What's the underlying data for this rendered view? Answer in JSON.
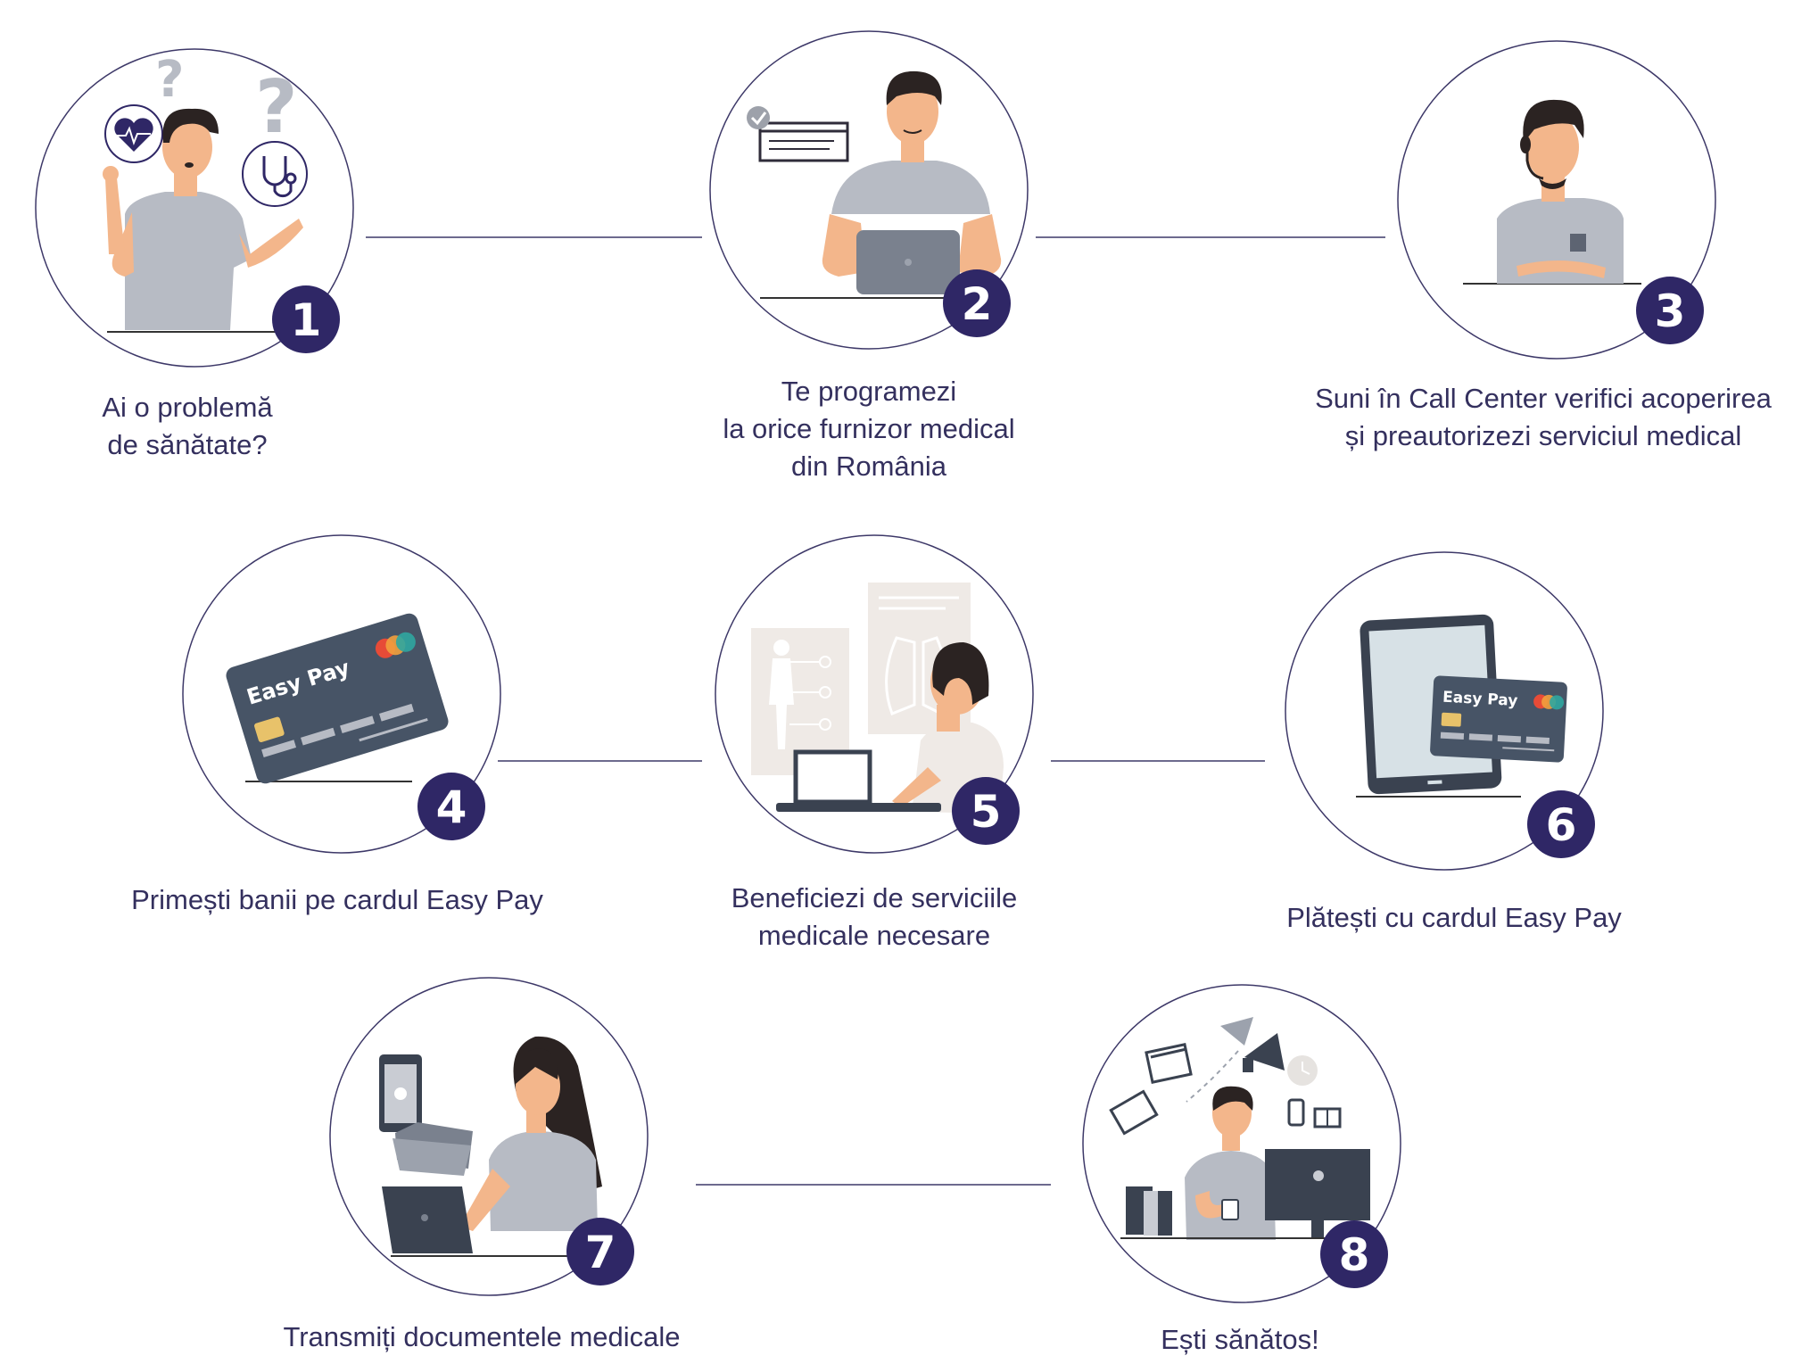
{
  "colors": {
    "accent": "#2f2766",
    "ring": "#3d3868",
    "caption": "#34305e",
    "skin": "#f3b68b",
    "shirt": "#b7bbc4",
    "hair": "#2b2322",
    "card": "#475466",
    "dark": "#3a4250"
  },
  "steps": [
    {
      "number": "1",
      "line1": "Ai o problemă",
      "line2": "de sănătate?",
      "icon": "person-with-questions-icon"
    },
    {
      "number": "2",
      "line1": "Te programezi",
      "line2": "la orice furnizor medical",
      "line3": "din România",
      "icon": "person-at-laptop-icon"
    },
    {
      "number": "3",
      "line1": "Suni în Call Center verifici acoperirea",
      "line2": "și preautorizezi serviciul medical",
      "icon": "call-center-agent-icon"
    },
    {
      "number": "4",
      "line1": "Primești banii pe cardul Easy Pay",
      "icon": "payment-card-icon"
    },
    {
      "number": "5",
      "line1": "Beneficiezi de serviciile",
      "line2": "medicale necesare",
      "icon": "medical-consultation-icon"
    },
    {
      "number": "6",
      "line1": "Plătești cu cardul Easy Pay",
      "icon": "tablet-and-card-icon"
    },
    {
      "number": "7",
      "line1": "Transmiți documentele medicale",
      "icon": "woman-sending-documents-icon"
    },
    {
      "number": "8",
      "line1": "Ești sănătos!",
      "icon": "healthy-person-at-desk-icon"
    }
  ],
  "card_brand": "Easy Pay"
}
